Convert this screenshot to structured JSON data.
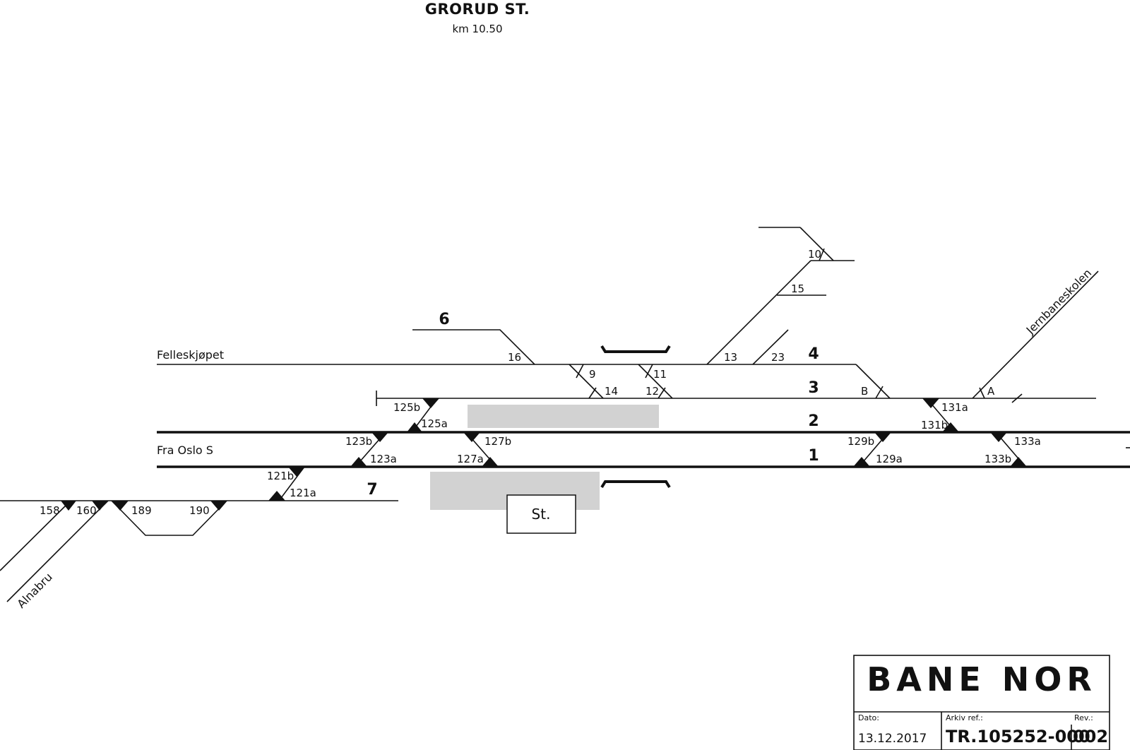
{
  "header": {
    "station_name": "GRORUD ST.",
    "km_position": "km 10.50"
  },
  "tracks": {
    "t1": "1",
    "t2": "2",
    "t3": "3",
    "t4": "4",
    "t6": "6",
    "t7": "7"
  },
  "destinations": {
    "felleskjopet": "Felleskjøpet",
    "fra_oslo_s": "Fra Oslo S",
    "jernbaneskolen": "Jernbaneskolen",
    "alnabru": "Alnabru"
  },
  "switches": {
    "s9": "9",
    "s10": "10",
    "s11": "11",
    "s12": "12",
    "s13": "13",
    "s14": "14",
    "s15": "15",
    "s16": "16",
    "s23": "23",
    "sA": "A",
    "sB": "B",
    "s121a": "121a",
    "s121b": "121b",
    "s123a": "123a",
    "s123b": "123b",
    "s125a": "125a",
    "s125b": "125b",
    "s127a": "127a",
    "s127b": "127b",
    "s129a": "129a",
    "s129b": "129b",
    "s131a": "131a",
    "s131b": "131b",
    "s133a": "133a",
    "s133b": "133b",
    "s158": "158",
    "s160": "160",
    "s189": "189",
    "s190": "190"
  },
  "station_building": "St.",
  "title_block": {
    "logo": "BANE NOR",
    "date_label": "Dato:",
    "date_value": "13.12.2017",
    "archive_label": "Arkiv ref.:",
    "archive_value": "TR.105252-000",
    "rev_label": "Rev.:",
    "rev_value": "002"
  },
  "colors": {
    "line": "#111111",
    "platform": "#d2d2d2",
    "background": "#ffffff"
  }
}
